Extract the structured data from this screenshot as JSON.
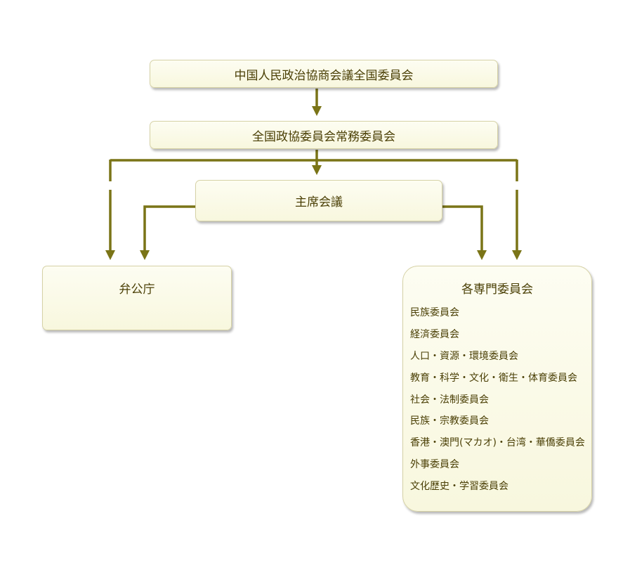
{
  "nodes": {
    "cppcc": "中国人民政治協商会議全国委員会",
    "standing_committee": "全国政協委員会常務委員会",
    "chairman_council": "主席会議",
    "general_office": "弁公庁",
    "special_committees": {
      "title": "各専門委員会",
      "items": [
        "民族委員会",
        "経済委員会",
        "人口・資源・環境委員会",
        "教育・科学・文化・衛生・体育委員会",
        "社会・法制委員会",
        "民族・宗教委員会",
        "香港・澳門(マカオ)・台湾・華僑委員会",
        "外事委員会",
        "文化歴史・学習委員会"
      ]
    }
  },
  "colors": {
    "connector": "#7a7417",
    "box_fill": "#f8f7de",
    "box_border": "#d6d2a6",
    "text": "#4a3f05"
  }
}
